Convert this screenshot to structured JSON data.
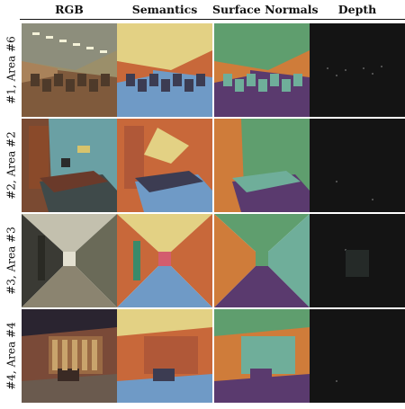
{
  "columns": [
    "RGB",
    "Semantics",
    "Surface Normals",
    "Depth"
  ],
  "rows": [
    {
      "label": "#1, Area #6"
    },
    {
      "label": "#2, Area #2"
    },
    {
      "label": "#3, Area #3"
    },
    {
      "label": "#4, Area #4"
    }
  ],
  "colors": {
    "wall": "#c8683a",
    "floor": "#6f9ac6",
    "ceiling": "#e3d184",
    "furniture": "#3c3c52",
    "bookcase": "#b05838",
    "normal_green": "#5f9e6e",
    "normal_purple": "#5a3a6e",
    "normal_orange": "#cf7c3a",
    "normal_teal": "#6fae9a",
    "depth_bg": "#141414"
  }
}
